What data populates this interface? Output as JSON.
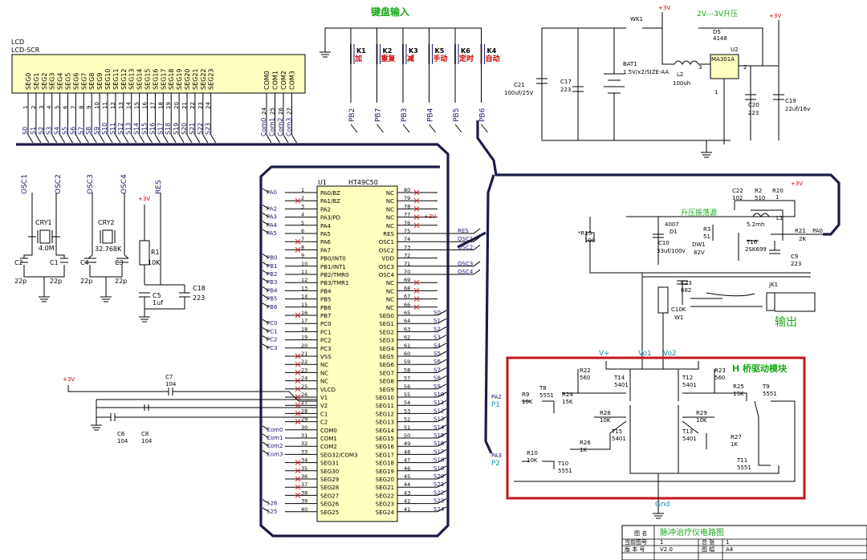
{
  "title": "键盘输入",
  "lcd": {
    "ref": "LCD",
    "part": "LCD-SCR",
    "seg_pins": [
      "SEG0",
      "SEG1",
      "SEG2",
      "SEG3",
      "SEG4",
      "SEG5",
      "SEG6",
      "SEG7",
      "SEG8",
      "SEG9",
      "SEG10",
      "SEG11",
      "SEG12",
      "SEG13",
      "SEG14",
      "SEG15",
      "SEG16",
      "SEG17",
      "SEG18",
      "SEG19",
      "SEG20",
      "SEG21",
      "SEG22",
      "SEG23"
    ],
    "com_pins": [
      "COM0",
      "COM1",
      "COM2",
      "COM3"
    ],
    "seg_nums": [
      "1",
      "2",
      "3",
      "4",
      "5",
      "6",
      "7",
      "8",
      "9",
      "10",
      "11",
      "12",
      "13",
      "14",
      "15",
      "16",
      "17",
      "18",
      "19",
      "20",
      "21",
      "22",
      "23",
      "24"
    ],
    "com_nums": [
      "24",
      "25",
      "26",
      "27"
    ],
    "seg_nets": [
      "S0",
      "S1",
      "S2",
      "S3",
      "S4",
      "S5",
      "S6",
      "S7",
      "S8",
      "S9",
      "S10",
      "S11",
      "S12",
      "S13",
      "S14",
      "S15",
      "S16",
      "S17",
      "S18",
      "S19",
      "S20",
      "S21",
      "S22",
      "S23"
    ],
    "com_nets": [
      "Com0",
      "Com1",
      "Com2",
      "Com3"
    ]
  },
  "keys": [
    {
      "ref": "K1",
      "label": "加",
      "net": "PB2"
    },
    {
      "ref": "K2",
      "label": "重复",
      "net": "PB7"
    },
    {
      "ref": "K3",
      "label": "减",
      "net": "PB3"
    },
    {
      "ref": "K5",
      "label": "手动",
      "net": "PB4"
    },
    {
      "ref": "K6",
      "label": "定时",
      "net": "PB5"
    },
    {
      "ref": "K4",
      "label": "自动",
      "net": "PB6"
    }
  ],
  "power": {
    "wk1": "WK1",
    "v3_top": "+3V",
    "boost_title": "2V---3V升压",
    "v3_right": "+3V",
    "d5": "D5",
    "d5_part": "4148",
    "u2": "U2",
    "u2_part": "MA301A",
    "bat1": "BAT1",
    "bat1_part": "1.5V/x2/SIZE-AA",
    "l2": "L2",
    "l2_val": "100uh",
    "c21": "C21",
    "c21_val": "100uf/25V",
    "c17": "C17",
    "c17_val": "223",
    "c20": "C20",
    "c20_val": "223",
    "c19": "C19",
    "c19_val": "22uf/16v",
    "u2_pins": [
      "3",
      "2",
      "1"
    ]
  },
  "osc": {
    "nets": [
      "OSC1",
      "OSC2",
      "OSC3",
      "OSC4"
    ],
    "res_net": "RES",
    "cry1": "CRY1",
    "cry1_val": "4.0M",
    "cry2": "CRY2",
    "cry2_val": "32.768K",
    "c2": "C2",
    "c1": "C1",
    "c4": "C4",
    "c3": "C3",
    "c2_val": "22p",
    "c1_val": "22p",
    "c4_val": "22p",
    "c3_val": "22p",
    "r1": "R1",
    "r1_val": "10K",
    "c5": "C5",
    "c5_val": "1uf",
    "c18": "C18",
    "c18_val": "223",
    "v3": "+3V"
  },
  "mcu": {
    "ref": "U1",
    "part": "HT49C50",
    "left_pins": [
      {
        "num": "1",
        "name": "PA0/BZ",
        "net": "PA0"
      },
      {
        "num": "2",
        "name": "PA1/BZ",
        "net": ""
      },
      {
        "num": "3",
        "name": "PA2",
        "net": "PA2"
      },
      {
        "num": "4",
        "name": "PA3/PD",
        "net": "PA3"
      },
      {
        "num": "5",
        "name": "PA4",
        "net": "PA4"
      },
      {
        "num": "6",
        "name": "PA5",
        "net": "PA5"
      },
      {
        "num": "7",
        "name": "PA6",
        "net": ""
      },
      {
        "num": "8",
        "name": "PA7",
        "net": ""
      },
      {
        "num": "9",
        "name": "PB0/INT0",
        "net": "PB0"
      },
      {
        "num": "10",
        "name": "PB1/INT1",
        "net": "PB1"
      },
      {
        "num": "11",
        "name": "PB2/TMR0",
        "net": "PB2"
      },
      {
        "num": "12",
        "name": "PB3/TMR1",
        "net": "PB3"
      },
      {
        "num": "13",
        "name": "PB4",
        "net": "PB4"
      },
      {
        "num": "14",
        "name": "PB5",
        "net": "PB5"
      },
      {
        "num": "15",
        "name": "PB6",
        "net": "PB6"
      },
      {
        "num": "16",
        "name": "PB7",
        "net": ""
      },
      {
        "num": "17",
        "name": "PC0",
        "net": "PC0"
      },
      {
        "num": "18",
        "name": "PC1",
        "net": "PC1"
      },
      {
        "num": "19",
        "name": "PC2",
        "net": "PC2"
      },
      {
        "num": "20",
        "name": "PC3",
        "net": "PC3"
      },
      {
        "num": "21",
        "name": "VSS",
        "net": ""
      },
      {
        "num": "22",
        "name": "NC",
        "net": ""
      },
      {
        "num": "23",
        "name": "NC",
        "net": ""
      },
      {
        "num": "24",
        "name": "NC",
        "net": ""
      },
      {
        "num": "25",
        "name": "VLCD",
        "net": ""
      },
      {
        "num": "26",
        "name": "V1",
        "net": ""
      },
      {
        "num": "27",
        "name": "V2",
        "net": ""
      },
      {
        "num": "28",
        "name": "C1",
        "net": ""
      },
      {
        "num": "29",
        "name": "C2",
        "net": ""
      },
      {
        "num": "30",
        "name": "COM0",
        "net": "Com0"
      },
      {
        "num": "31",
        "name": "COM1",
        "net": "Com1"
      },
      {
        "num": "32",
        "name": "COM2",
        "net": "Com2"
      },
      {
        "num": "33",
        "name": "SEG32/COM3",
        "net": "Com3"
      },
      {
        "num": "34",
        "name": "SEG31",
        "net": ""
      },
      {
        "num": "35",
        "name": "SEG30",
        "net": ""
      },
      {
        "num": "36",
        "name": "SEG29",
        "net": ""
      },
      {
        "num": "37",
        "name": "SEG28",
        "net": ""
      },
      {
        "num": "38",
        "name": "SEG27",
        "net": ""
      },
      {
        "num": "39",
        "name": "SEG26",
        "net": "S26"
      },
      {
        "num": "40",
        "name": "SEG25",
        "net": "S25"
      }
    ],
    "right_pins": [
      {
        "num": "80",
        "name": "NC",
        "net": ""
      },
      {
        "num": "79",
        "name": "NC",
        "net": ""
      },
      {
        "num": "78",
        "name": "NC",
        "net": ""
      },
      {
        "num": "77",
        "name": "NC",
        "net": ""
      },
      {
        "num": "76",
        "name": "NC",
        "net": ""
      },
      {
        "num": "75",
        "name": "RES",
        "net": "RES"
      },
      {
        "num": "74",
        "name": "OSC1",
        "net": "OSC1"
      },
      {
        "num": "73",
        "name": "OSC2",
        "net": "OSC2"
      },
      {
        "num": "72",
        "name": "VDD",
        "net": ""
      },
      {
        "num": "71",
        "name": "OSC3",
        "net": "OSC3"
      },
      {
        "num": "70",
        "name": "OSC4",
        "net": "OSC4"
      },
      {
        "num": "69",
        "name": "NC",
        "net": ""
      },
      {
        "num": "68",
        "name": "NC",
        "net": ""
      },
      {
        "num": "67",
        "name": "NC",
        "net": ""
      },
      {
        "num": "66",
        "name": "NC",
        "net": ""
      },
      {
        "num": "65",
        "name": "SEG0",
        "net": "S0"
      },
      {
        "num": "64",
        "name": "SEG1",
        "net": "S1"
      },
      {
        "num": "63",
        "name": "SEG2",
        "net": "S2"
      },
      {
        "num": "62",
        "name": "SEG3",
        "net": "S3"
      },
      {
        "num": "61",
        "name": "SEG4",
        "net": "S4"
      },
      {
        "num": "60",
        "name": "SEG5",
        "net": "S5"
      },
      {
        "num": "59",
        "name": "SEG6",
        "net": "S6"
      },
      {
        "num": "58",
        "name": "SEG7",
        "net": "S7"
      },
      {
        "num": "57",
        "name": "SEG8",
        "net": "S8"
      },
      {
        "num": "56",
        "name": "SEG9",
        "net": "S9"
      },
      {
        "num": "55",
        "name": "SEG10",
        "net": "S10"
      },
      {
        "num": "54",
        "name": "SEG11",
        "net": "S11"
      },
      {
        "num": "53",
        "name": "SEG12",
        "net": "S12"
      },
      {
        "num": "52",
        "name": "SEG13",
        "net": "S13"
      },
      {
        "num": "51",
        "name": "SEG14",
        "net": "S14"
      },
      {
        "num": "50",
        "name": "SEG15",
        "net": "S15"
      },
      {
        "num": "49",
        "name": "SEG16",
        "net": "S16"
      },
      {
        "num": "48",
        "name": "SEG17",
        "net": "S17"
      },
      {
        "num": "47",
        "name": "SEG18",
        "net": "S18"
      },
      {
        "num": "46",
        "name": "SEG19",
        "net": "S19"
      },
      {
        "num": "45",
        "name": "SEG20",
        "net": "S20"
      },
      {
        "num": "44",
        "name": "SEG21",
        "net": "S21"
      },
      {
        "num": "43",
        "name": "SEG22",
        "net": "S22"
      },
      {
        "num": "42",
        "name": "SEG23",
        "net": "S23"
      },
      {
        "num": "41",
        "name": "SEG24",
        "net": "S24"
      }
    ],
    "v3": "+3V"
  },
  "lcd_bias": {
    "v3": "+3V",
    "c7": "C7",
    "c7_val": "104",
    "c6": "C6",
    "c6_val": "104",
    "c8": "C8",
    "c8_val": "104"
  },
  "pulse": {
    "title": "升压振荡源",
    "c22": "C22",
    "c22_val": "102",
    "r2": "R2",
    "r2_val": "510",
    "r20": "R20",
    "r20_val": "1",
    "v3": "+3V",
    "l1": "L1",
    "l1_val": "5.2mh",
    "r21": "R21",
    "r21_val": "2K",
    "pa0": "PA0",
    "d1": "D1",
    "d1_part": "4007",
    "r3": "R3",
    "r3_val": "51",
    "t16": "T16",
    "t16_part": "2SK699",
    "c9": "C9",
    "c9_val": "223",
    "r15": "*R15",
    "r15_val": "100",
    "c10": "C10",
    "c10_val": "33uf/100v",
    "dw1": "DW1",
    "dw1_val": "82V",
    "c23": "C23",
    "c23_val": "682",
    "jk1": "JK1",
    "w1": "W1",
    "w1_val": "C10K",
    "output": "输出"
  },
  "hbridge": {
    "title": "H 桥驱动模块",
    "vplus": "V+",
    "vo1": "Vo1",
    "vo2": "Vo2",
    "gnd": "Gnd",
    "p1": "P1",
    "p2": "P2",
    "pa2": "PA2",
    "pa3": "PA3",
    "parts": [
      {
        "ref": "T8",
        "val": "5551"
      },
      {
        "ref": "R22",
        "val": "560"
      },
      {
        "ref": "T14",
        "val": "5401"
      },
      {
        "ref": "T12",
        "val": "5401"
      },
      {
        "ref": "R23",
        "val": "560"
      },
      {
        "ref": "R9",
        "val": "10K"
      },
      {
        "ref": "R24",
        "val": "15K"
      },
      {
        "ref": "R25",
        "val": "15K"
      },
      {
        "ref": "T9",
        "val": "5551"
      },
      {
        "ref": "R28",
        "val": "10K"
      },
      {
        "ref": "R29",
        "val": "10K"
      },
      {
        "ref": "T15",
        "val": "5401"
      },
      {
        "ref": "T13",
        "val": "5401"
      },
      {
        "ref": "R26",
        "val": "1K"
      },
      {
        "ref": "R27",
        "val": "1K"
      },
      {
        "ref": "R10",
        "val": "10K"
      },
      {
        "ref": "T10",
        "val": "5551"
      },
      {
        "ref": "T11",
        "val": "5551"
      }
    ]
  },
  "title_block": {
    "name_label": "图 名",
    "name_value": "脉冲治疗仪电路图",
    "drawing_no_label": "当前图号",
    "drawing_no": "1",
    "total_label": "总 张",
    "total": "1",
    "version_label": "版 本 号",
    "version": "V2.0",
    "size_label": "图 幅",
    "size": "A4"
  },
  "colors": {
    "wire": "#000000",
    "bus": "#1c1c48",
    "net_label": "#1a1a6e",
    "key_label": "#cc0000",
    "title_green": "#18a818",
    "cyan": "#1a8fb0",
    "hbridge_box": "#c8141e",
    "lcd_fill": "#ffffc0",
    "chip_fill": "#ffffc0",
    "red_x": "#e02020",
    "output_green": "#1fa01f"
  }
}
